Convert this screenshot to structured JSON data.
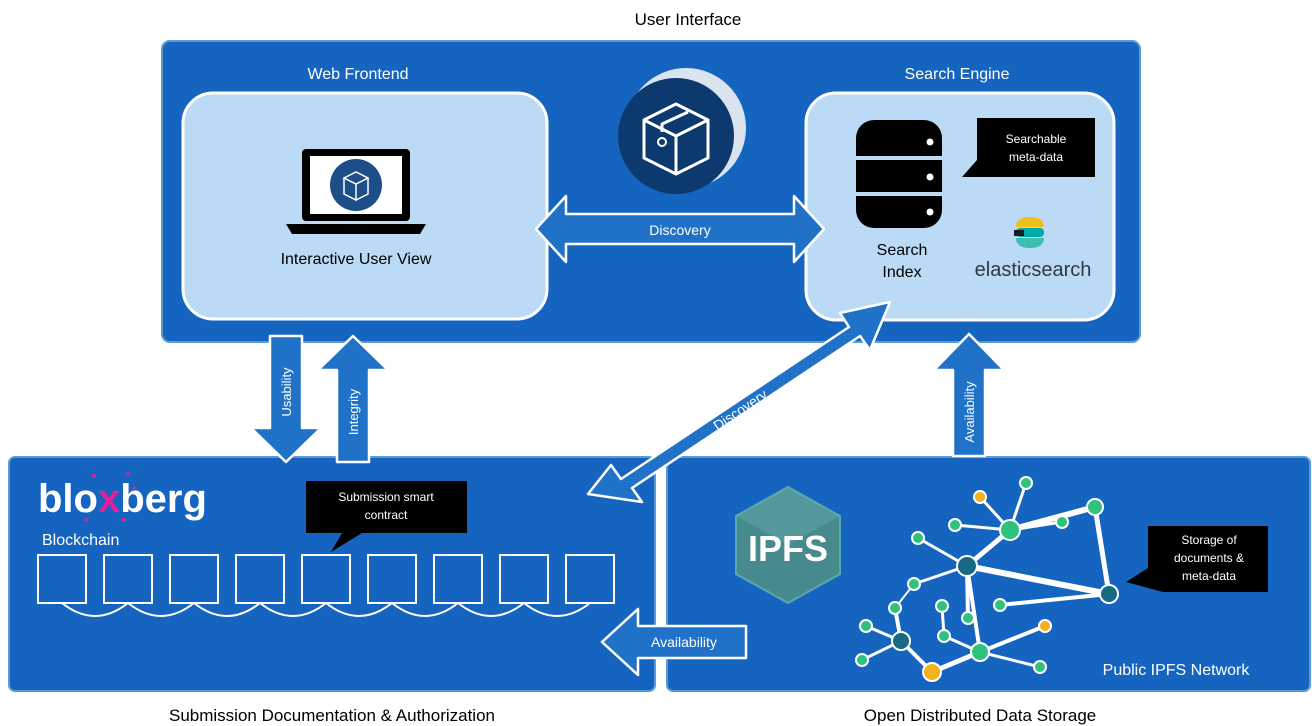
{
  "sections": {
    "user_interface": "User Interface",
    "submission": "Submission Documentation & Authorization",
    "storage": "Open Distributed Data Storage"
  },
  "web_frontend": {
    "title": "Web Frontend",
    "view_label": "Interactive User View"
  },
  "search_engine": {
    "title": "Search Engine",
    "index_label_1": "Search",
    "index_label_2": "Index",
    "callout_1": "Searchable",
    "callout_2": "meta-data",
    "logo_text": "elasticsearch"
  },
  "arrows": {
    "discovery_horizontal": "Discovery",
    "discovery_diagonal": "Discovery",
    "usability": "Usability",
    "integrity": "Integrity",
    "availability_vertical": "Availability",
    "availability_horizontal": "Availability"
  },
  "blockchain": {
    "logo_part1": "blo",
    "logo_x": "x",
    "logo_part2": "berg",
    "label": "Blockchain",
    "callout_1": "Submission smart",
    "callout_2": "contract",
    "block_count": 9
  },
  "ipfs": {
    "logo_text": "IPFS",
    "network_label": "Public IPFS Network",
    "callout_1": "Storage of",
    "callout_2": "documents &",
    "callout_3": "meta-data"
  },
  "colors": {
    "panel_blue": "#1565c0",
    "panel_border": "#5b9bd5",
    "light_box": "#bbdaf5",
    "arrow_blue": "#1f72c8",
    "dark_navy": "#0d3a6e",
    "node_green": "#2ec27e",
    "node_teal": "#176a84",
    "node_yellow": "#f2b11d",
    "ipfs_cube": "#468a8e",
    "bloxberg_pink": "#e0219d"
  }
}
